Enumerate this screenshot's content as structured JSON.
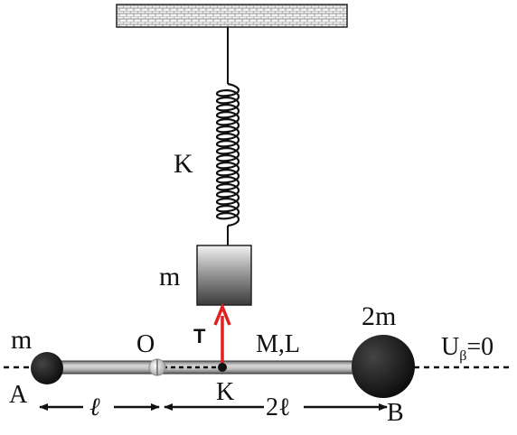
{
  "labels": {
    "spring_k": "K",
    "block_mass": "m",
    "tension": "T",
    "rod": "M,L",
    "mass_left": "m",
    "mass_right": "2m",
    "pivot": "O",
    "point_k": "K",
    "point_a": "A",
    "point_b": "B",
    "left_length": "ℓ",
    "right_length": "2ℓ",
    "potential_ref_main": "U",
    "potential_ref_sub": "β",
    "potential_ref_val": "=0"
  },
  "colors": {
    "tension_arrow": "#e02020",
    "ball": "#111111",
    "rod": "#9a9a9a"
  }
}
